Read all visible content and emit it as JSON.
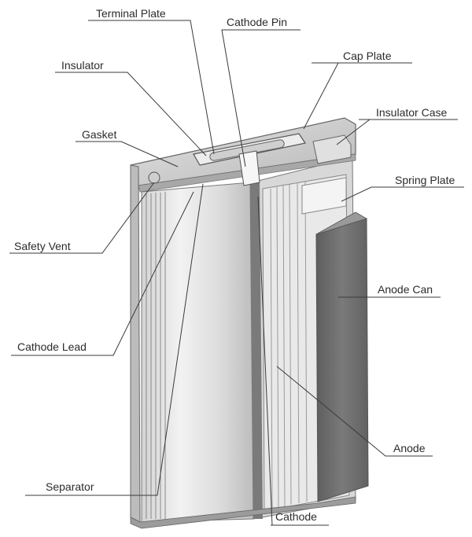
{
  "labels": {
    "terminal_plate": "Terminal Plate",
    "cathode_pin": "Cathode Pin",
    "insulator": "Insulator",
    "cap_plate": "Cap Plate",
    "insulator_case": "Insulator Case",
    "gasket": "Gasket",
    "spring_plate": "Spring Plate",
    "safety_vent": "Safety Vent",
    "anode_can": "Anode Can",
    "cathode_lead": "Cathode Lead",
    "anode": "Anode",
    "separator": "Separator",
    "cathode": "Cathode"
  },
  "colors": {
    "outline": "#555555",
    "leader": "#3a3a3a",
    "body_light": "#e6e6e6",
    "body_mid": "#c9c9c9",
    "body_dark": "#8c8c8c",
    "anode_can": "#6e6e6e"
  }
}
